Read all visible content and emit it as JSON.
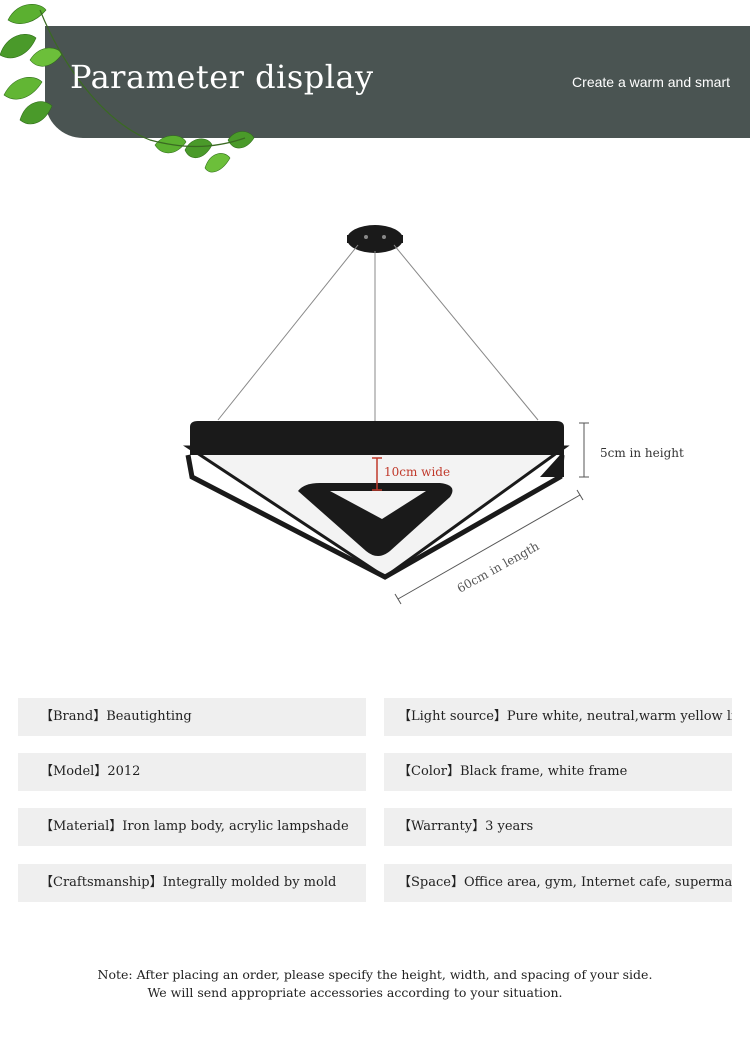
{
  "header": {
    "title": "Parameter display",
    "subtitle": "Create a warm and smart"
  },
  "annotations": {
    "width": "10cm wide",
    "height": "5cm in height",
    "length": "60cm in length"
  },
  "params": [
    {
      "label": "【Brand】",
      "value": "Beautighting"
    },
    {
      "label": "【Light source】",
      "value": "Pure white, neutral,warm yellow light"
    },
    {
      "label": "【Model】",
      "value": "2012"
    },
    {
      "label": "【Color】",
      "value": "Black frame, white frame"
    },
    {
      "label": "【Material】",
      "value": "Iron lamp body, acrylic lampshade"
    },
    {
      "label": "【Warranty】",
      "value": "3 years"
    },
    {
      "label": "【Craftsmanship】",
      "value": "Integrally molded by mold"
    },
    {
      "label": "【Space】",
      "value": "Office area, gym, Internet cafe, supermarket"
    }
  ],
  "note": {
    "line1": "Note: After placing an order, please specify the height, width, and spacing of your side.",
    "line2": "We will send appropriate accessories according to your situation."
  },
  "colors": {
    "banner": "#4a5452",
    "param_bg": "#efefef",
    "accent_red": "#c0392b"
  }
}
